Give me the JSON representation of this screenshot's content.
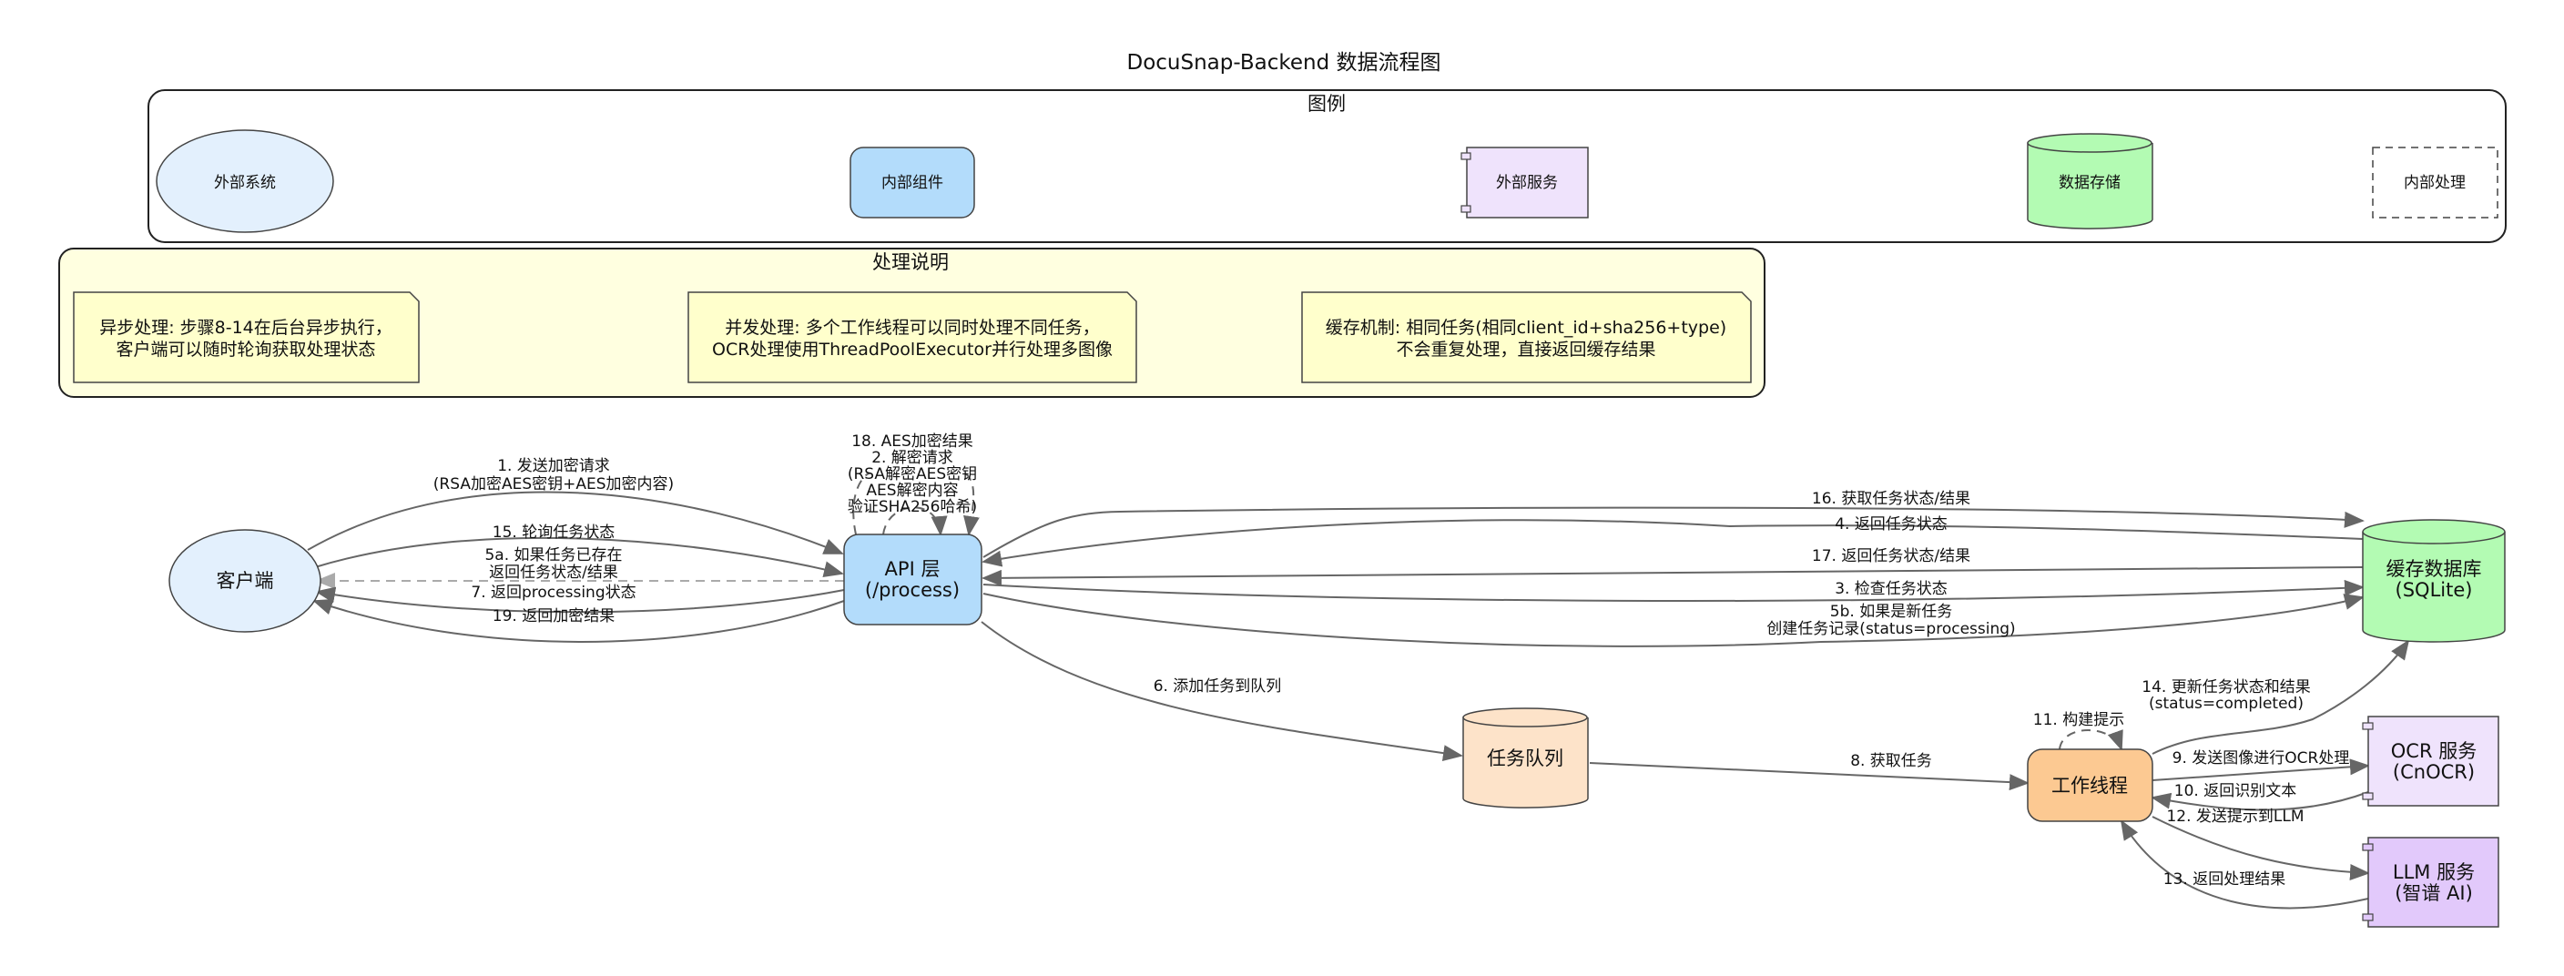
{
  "title": "DocuSnap-Backend 数据流程图",
  "legend": {
    "title": "图例",
    "items": [
      "外部系统",
      "内部组件",
      "外部服务",
      "数据存储",
      "内部处理"
    ]
  },
  "notes": {
    "title": "处理说明",
    "items": [
      [
        "异步处理: 步骤8-14在后台异步执行，",
        "客户端可以随时轮询获取处理状态"
      ],
      [
        "并发处理: 多个工作线程可以同时处理不同任务，",
        "OCR处理使用ThreadPoolExecutor并行处理多图像"
      ],
      [
        "缓存机制: 相同任务(相同client_id+sha256+type)",
        "不会重复处理，直接返回缓存结果"
      ]
    ]
  },
  "nodes": {
    "client": [
      "客户端"
    ],
    "api": [
      "API 层",
      "(/process)"
    ],
    "cache": [
      "缓存数据库",
      "(SQLite)"
    ],
    "queue": [
      "任务队列"
    ],
    "worker": [
      "工作线程"
    ],
    "ocr": [
      "OCR 服务",
      "(CnOCR)"
    ],
    "llm": [
      "LLM 服务",
      "(智谱 AI)"
    ]
  },
  "edges": {
    "e1": [
      "1. 发送加密请求",
      "(RSA加密AES密钥+AES加密内容)"
    ],
    "e15": [
      "15. 轮询任务状态"
    ],
    "e5a": [
      "5a. 如果任务已存在",
      "返回任务状态/结果"
    ],
    "e7": [
      "7. 返回processing状态"
    ],
    "e19": [
      "19. 返回加密结果"
    ],
    "e18": [
      "18. AES加密结果"
    ],
    "e2": [
      "2. 解密请求",
      "(RSA解密AES密钥",
      "AES解密内容",
      "验证SHA256哈希)"
    ],
    "e16": [
      "16. 获取任务状态/结果"
    ],
    "e4": [
      "4. 返回任务状态"
    ],
    "e17": [
      "17. 返回任务状态/结果"
    ],
    "e3": [
      "3. 检查任务状态"
    ],
    "e5b": [
      "5b. 如果是新任务",
      "创建任务记录(status=processing)"
    ],
    "e6": [
      "6. 添加任务到队列"
    ],
    "e8": [
      "8. 获取任务"
    ],
    "e11": [
      "11. 构建提示"
    ],
    "e14": [
      "14. 更新任务状态和结果",
      "(status=completed)"
    ],
    "e9": [
      "9. 发送图像进行OCR处理"
    ],
    "e10": [
      "10. 返回识别文本"
    ],
    "e12": [
      "12. 发送提示到LLM"
    ],
    "e13": [
      "13. 返回处理结果"
    ]
  },
  "colors": {
    "external_system": "#e3f0fd",
    "internal_component": "#b3dcfb",
    "external_service": "#efe3fc",
    "data_store": "#b3fbb3",
    "queue": "#fde3c9",
    "worker": "#fcc992",
    "llm": "#e2c9fb",
    "legend_bg": "#ffffff",
    "notes_bg": "#ffffe0",
    "note_bg": "#ffffcc"
  }
}
